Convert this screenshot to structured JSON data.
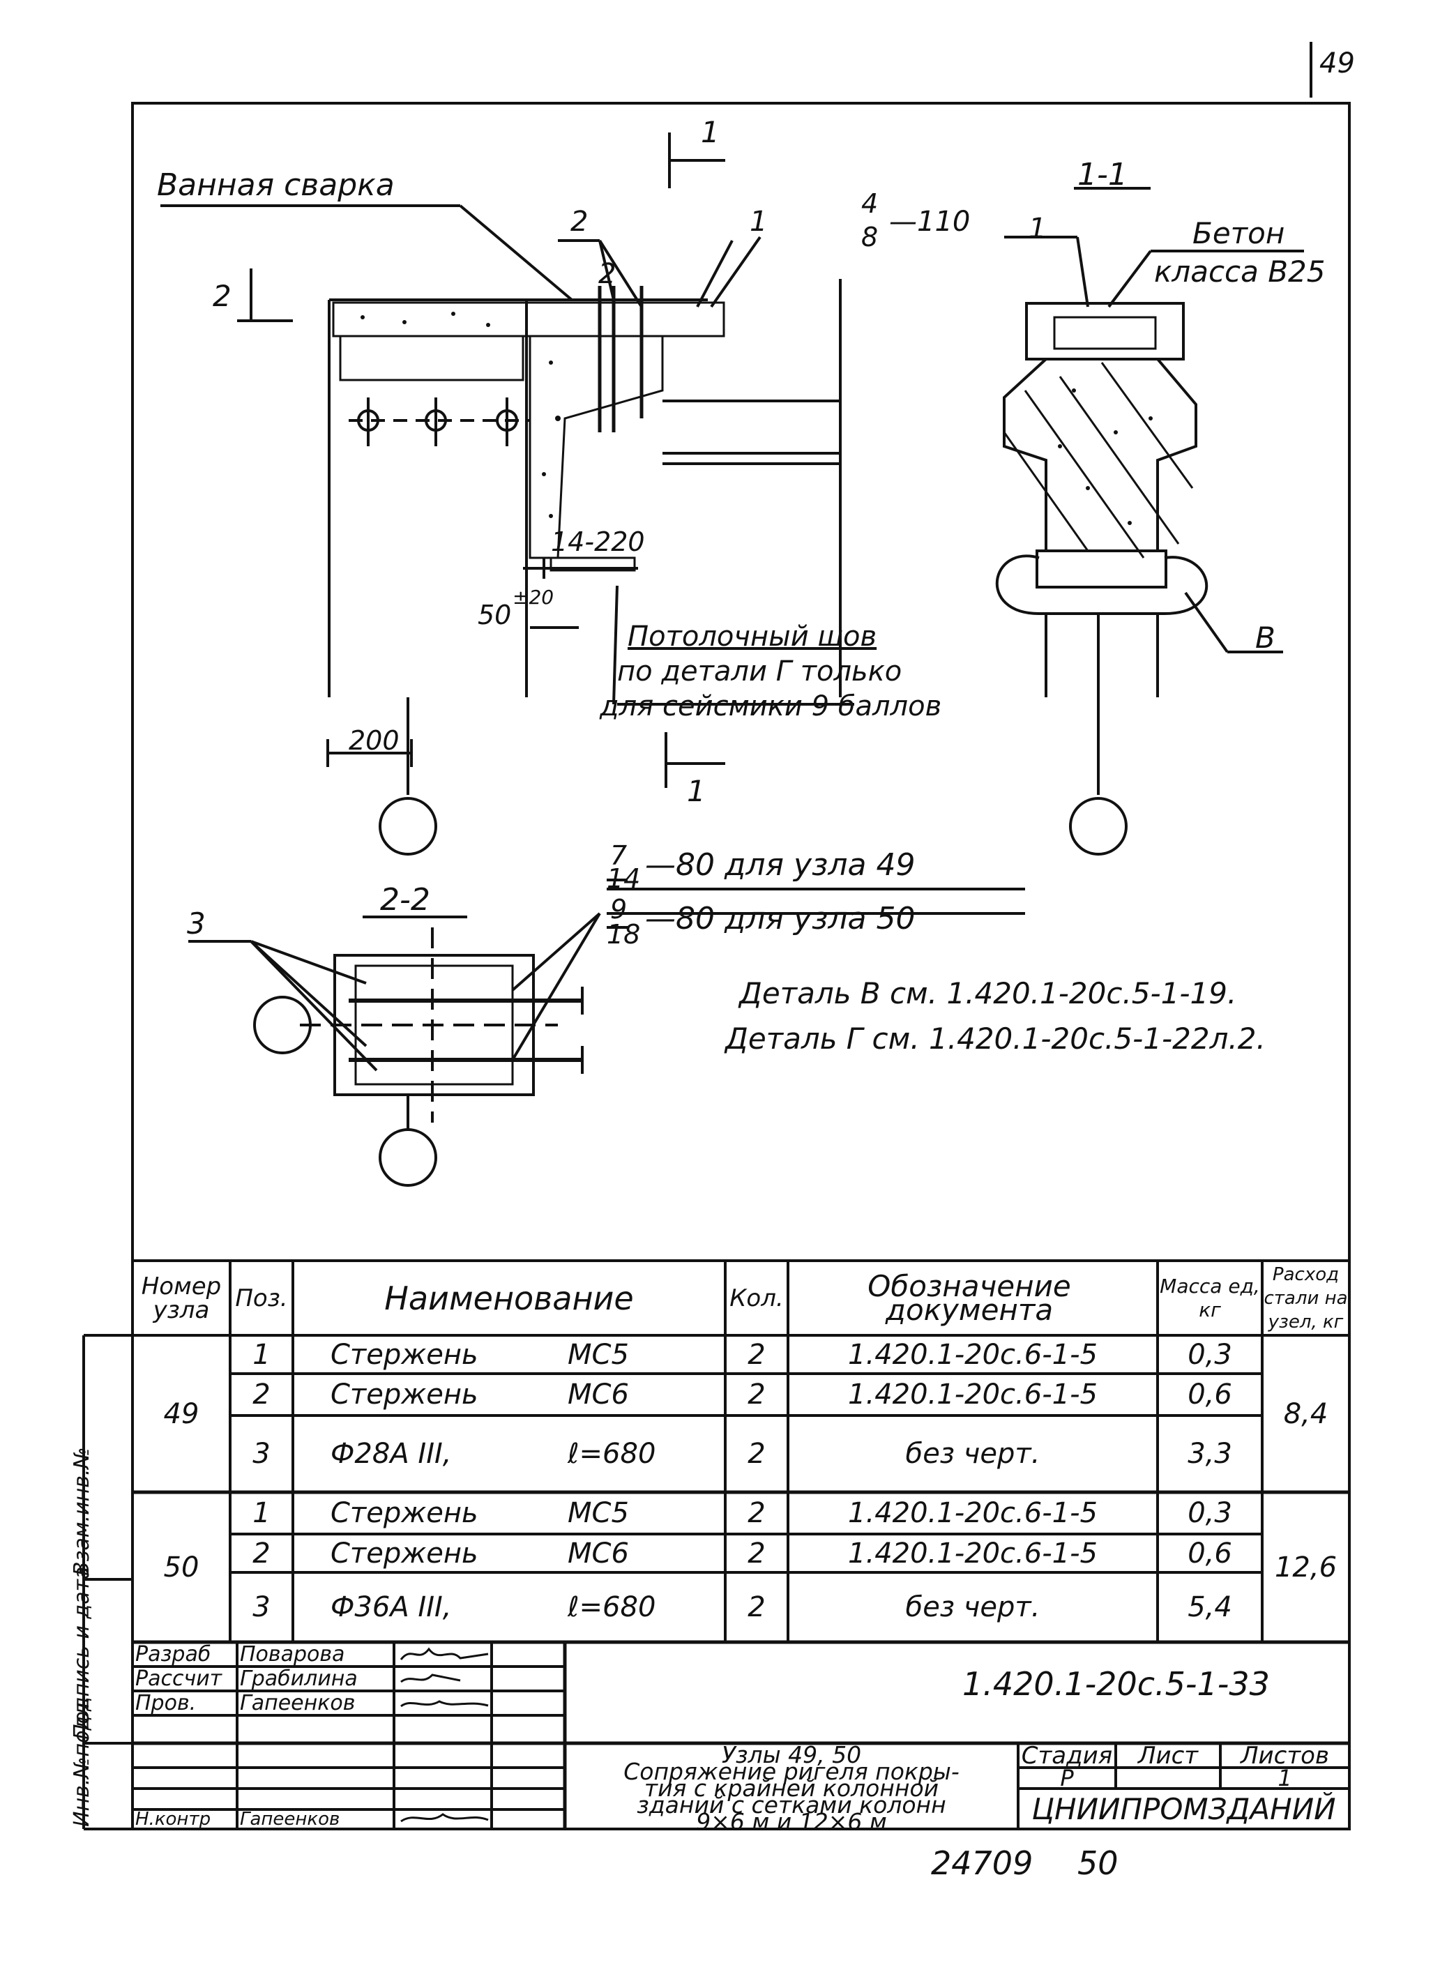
{
  "sheet_corner": "49",
  "drawing": {
    "section_mark_top": "1",
    "section_mark_bottom": "1",
    "mark_2_label": "2",
    "callouts": {
      "bath_weld": "Ванная сварка",
      "pos2a": "2",
      "pos2b": "2",
      "pos1": "1",
      "weld_fraction_top": "4",
      "weld_fraction_bottom": "8",
      "weld_fraction_len": "—110",
      "weld_bottom": "14-220",
      "dim_50": "50",
      "dim_50_tol": "±20",
      "dim_200": "200",
      "ceiling_seam_1": "Потолочный шов",
      "ceiling_seam_2": "по детали Г только",
      "ceiling_seam_3": "для сейсмики 9 баллов"
    },
    "section_11": {
      "title": "1-1",
      "pos1": "1",
      "concrete_1": "Бетон",
      "concrete_2": "класса В25",
      "detail_b": "В"
    },
    "section_22": {
      "title": "2-2",
      "pos3": "3",
      "frac_a_top": "7",
      "frac_a_bottom": "14",
      "frac_a_text": "—80 для узла 49",
      "frac_b_top": "9",
      "frac_b_bottom": "18",
      "frac_b_text": "—80 для узла 50"
    },
    "notes": [
      "Деталь В см. 1.420.1-20с.5-1-19.",
      "Деталь Г см. 1.420.1-20с.5-1-22л.2."
    ]
  },
  "table": {
    "headers": {
      "node": "Номер узла",
      "pos": "Поз.",
      "name": "Наименование",
      "qty": "Кол.",
      "doc": "Обозначение документа",
      "mass": "Масса ед, кг",
      "steel": "Расход стали на узел, кг"
    },
    "groups": [
      {
        "node": "49",
        "total": "8,4",
        "rows": [
          {
            "pos": "1",
            "name": "Стержень",
            "mark": "МС5",
            "qty": "2",
            "doc": "1.420.1-20с.6-1-5",
            "mass": "0,3"
          },
          {
            "pos": "2",
            "name": "Стержень",
            "mark": "МС6",
            "qty": "2",
            "doc": "1.420.1-20с.6-1-5",
            "mass": "0,6"
          },
          {
            "pos": "3",
            "name": "Ф28А III,",
            "mark": "ℓ=680",
            "qty": "2",
            "doc": "без черт.",
            "mass": "3,3"
          }
        ]
      },
      {
        "node": "50",
        "total": "12,6",
        "rows": [
          {
            "pos": "1",
            "name": "Стержень",
            "mark": "МС5",
            "qty": "2",
            "doc": "1.420.1-20с.6-1-5",
            "mass": "0,3"
          },
          {
            "pos": "2",
            "name": "Стержень",
            "mark": "МС6",
            "qty": "2",
            "doc": "1.420.1-20с.6-1-5",
            "mass": "0,6"
          },
          {
            "pos": "3",
            "name": "Ф36А III,",
            "mark": "ℓ=680",
            "qty": "2",
            "doc": "без черт.",
            "mass": "5,4"
          }
        ]
      }
    ]
  },
  "side_stamp": [
    "Инв.№подл.",
    "Подпись и дата",
    "Взам.инв.№"
  ],
  "title_block": {
    "code": "1.420.1-20с.5-1-33",
    "roles": [
      "Разраб",
      "Рассчит",
      "Пров.",
      "",
      "",
      "",
      "Н.контр"
    ],
    "names": [
      "Поварова",
      "Грабилина",
      "Гапеенков",
      "",
      "",
      "",
      "Гапеенков"
    ],
    "title_lines": [
      "Узлы 49, 50",
      "Сопряжение ригеля покры-",
      "тия с крайней колонной",
      "зданий с сетками колонн",
      "9×6 м и 12×6 м"
    ],
    "stage_label": "Стадия",
    "sheet_label": "Лист",
    "sheets_label": "Листов",
    "stage": "Р",
    "sheet": "",
    "sheets": "1",
    "org": "ЦНИИПРОМЗДАНИЙ"
  },
  "footer": {
    "archive_no": "24709",
    "page": "50"
  }
}
